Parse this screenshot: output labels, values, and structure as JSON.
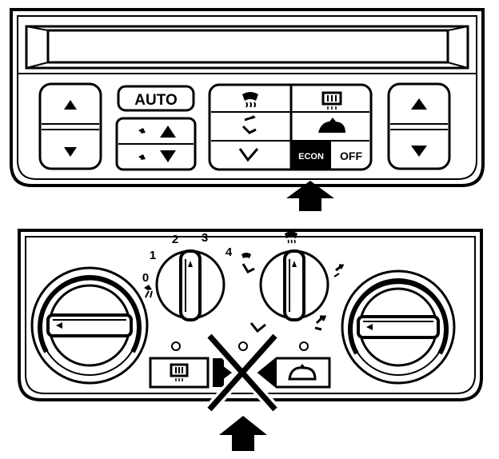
{
  "top_panel": {
    "auto_label": "AUTO",
    "econ_label": "ECON",
    "off_label": "OFF",
    "icons": {
      "temp_left_up": "triangle-up-icon",
      "temp_left_down": "triangle-down-icon",
      "temp_right_up": "triangle-up-icon",
      "temp_right_down": "triangle-down-icon",
      "fan_up": "fan-up-icon",
      "fan_down": "fan-down-icon",
      "defrost": "windshield-defrost-icon",
      "rear_defrost": "rear-defrost-icon",
      "vent_face_foot": "vent-face-foot-icon",
      "recirculation": "recirculation-icon",
      "vent_foot": "vent-foot-icon"
    },
    "indicator_arrow": "arrow-up-icon"
  },
  "bottom_panel": {
    "fan_speed_labels": [
      "0",
      "1",
      "2",
      "3",
      "4"
    ],
    "icons": {
      "mode_dial": "mode-dial-icon",
      "fan_dial": "fan-speed-dial-icon",
      "left_temp_knob": "temperature-knob-icon",
      "right_temp_knob": "temperature-knob-icon",
      "rear_defrost_button": "rear-defrost-icon",
      "recirc_button": "recirculation-icon",
      "cross_mark": "cross-out-icon"
    },
    "indicator_arrow": "arrow-up-icon"
  },
  "colors": {
    "line": "#000000",
    "background": "#ffffff"
  }
}
